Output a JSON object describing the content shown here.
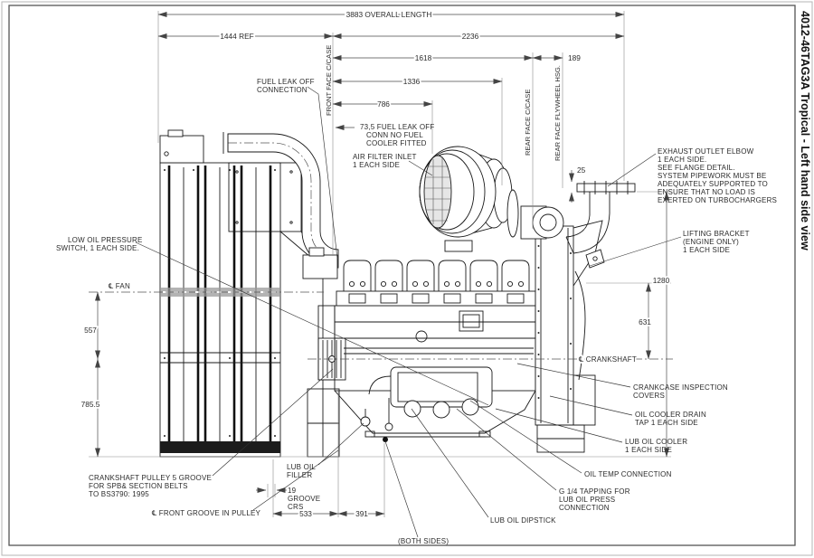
{
  "title_block": "4012-46TAG3A Tropical - Left hand side view",
  "dims": {
    "overall": "3883 OVERALL LENGTH",
    "ref1444": "1444 REF",
    "d2236": "2236",
    "d1618": "1618",
    "d1336": "1336",
    "d786": "786",
    "d189": "189",
    "d25": "25",
    "d1280": "1280",
    "d631": "631",
    "d557": "557",
    "d785_5": "785.5",
    "d533": "533",
    "d391": "391",
    "groove": [
      "19",
      "GROOVE",
      "CRS"
    ]
  },
  "faces": {
    "front": "FRONT FACE C/CASE",
    "rear": "REAR FACE C/CASE",
    "flywheel": "REAR FACE FLYWHEEL HSG."
  },
  "centerlines": {
    "fan": "℄ FAN",
    "crank": "℄ CRANKSHAFT",
    "front_groove": "℄ FRONT GROOVE IN PULLEY"
  },
  "callouts": {
    "fuel_leak": [
      "FUEL LEAK OFF",
      "CONNECTION"
    ],
    "fuel_leak_dim": [
      "73,5  FUEL LEAK OFF",
      "CONN NO FUEL",
      "COOLER FITTED"
    ],
    "air_filter": [
      "AIR FILTER INLET",
      "1 EACH SIDE"
    ],
    "exhaust": [
      "EXHAUST OUTLET ELBOW",
      "1 EACH SIDE.",
      "SEE FLANGE DETAIL.",
      "SYSTEM PIPEWORK MUST BE",
      "ADEQUATELY SUPPORTED TO",
      "ENSURE THAT NO LOAD IS",
      "EXERTED ON TURBOCHARGERS"
    ],
    "lifting": [
      "LIFTING BRACKET",
      "(ENGINE ONLY)",
      "1 EACH SIDE"
    ],
    "low_oil": [
      "LOW OIL PRESSURE",
      "SWITCH, 1 EACH SIDE."
    ],
    "pulley": [
      "CRANKSHAFT PULLEY 5 GROOVE",
      "FOR SPB& SECTION BELTS",
      "TO BS3790: 1995"
    ],
    "filler": [
      "LUB OIL",
      "FILLER"
    ],
    "dipstick": "LUB OIL DIPSTICK",
    "both_sides": "(BOTH SIDES)",
    "crankcase": [
      "CRANKCASE INSPECTION",
      "COVERS"
    ],
    "drain": [
      "OIL COOLER DRAIN",
      "TAP 1 EACH SIDE"
    ],
    "cooler": [
      "LUB OIL COOLER",
      "1 EACH SIDE"
    ],
    "oil_temp": "OIL TEMP CONNECTION",
    "tapping": [
      "G 1/4 TAPPING FOR",
      "LUB OIL PRESS",
      "CONNECTION"
    ]
  }
}
